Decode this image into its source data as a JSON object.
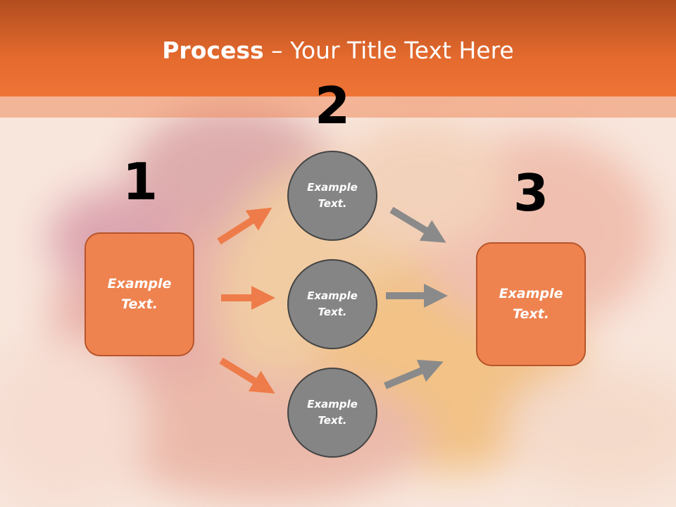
{
  "slide": {
    "title_bold": "Process",
    "title_rest": " – Your Title Text Here"
  },
  "steps": {
    "one": "1",
    "two": "2",
    "three": "3"
  },
  "nodes": {
    "left_box": "Example\nText.",
    "circle_top": "Example\nText.",
    "circle_middle": "Example\nText.",
    "circle_bottom": "Example\nText.",
    "right_box": "Example\nText."
  },
  "colors": {
    "header": "#e46a2e",
    "box_fill": "#ee8350",
    "circle_fill": "#858585",
    "orange_arrow": "#ee7c4a",
    "gray_arrow": "#8a8a8a"
  }
}
